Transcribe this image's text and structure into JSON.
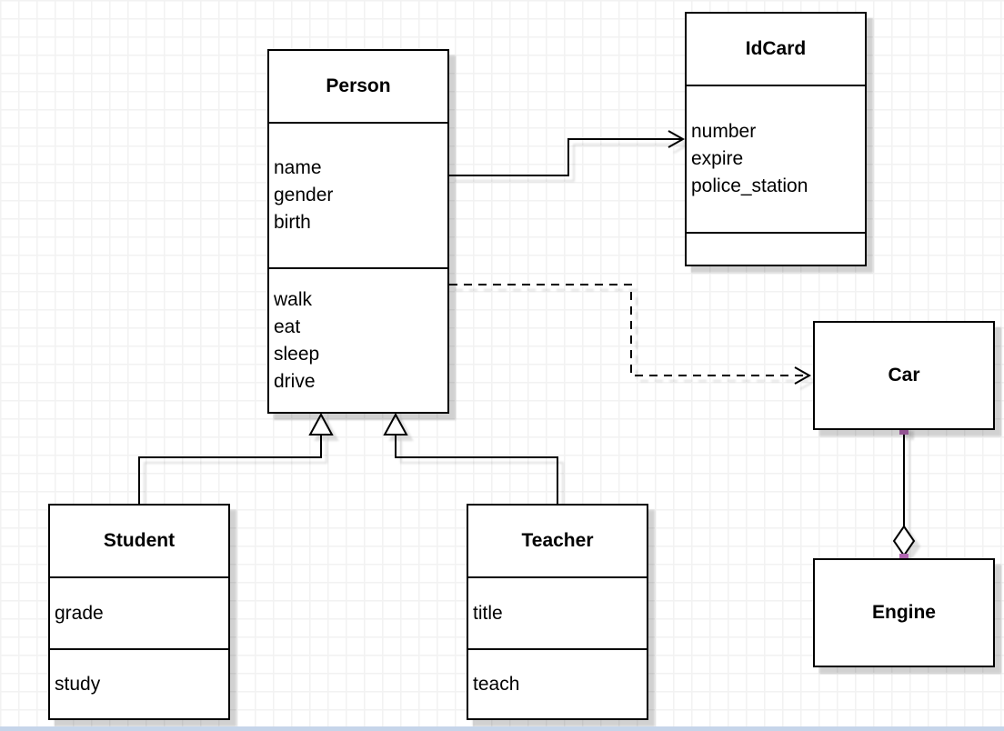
{
  "palette": {
    "shape_fill": "#ffffff",
    "stroke": "#000000",
    "grid_color": "#f2f2f2",
    "shadow": "rgba(0,0,0,0.18)",
    "connection_point_color": "#b266b2",
    "bottom_strip_color": "#c6d5ea"
  },
  "classes": {
    "person": {
      "title": "Person",
      "attributes": [
        "name",
        "gender",
        "birth"
      ],
      "methods": [
        "walk",
        "eat",
        "sleep",
        "drive"
      ]
    },
    "idcard": {
      "title": "IdCard",
      "attributes": [
        "number",
        "expire",
        "police_station"
      ],
      "methods": []
    },
    "car": {
      "title": "Car"
    },
    "engine": {
      "title": "Engine"
    },
    "student": {
      "title": "Student",
      "attributes": [
        "grade"
      ],
      "methods": [
        "study"
      ]
    },
    "teacher": {
      "title": "Teacher",
      "attributes": [
        "title"
      ],
      "methods": [
        "teach"
      ]
    }
  },
  "relationships": [
    {
      "from": "Person",
      "to": "IdCard",
      "type": "directed-association",
      "line": "solid",
      "arrow": "open"
    },
    {
      "from": "Person",
      "to": "Car",
      "type": "dependency",
      "line": "dashed",
      "arrow": "open"
    },
    {
      "from": "Student",
      "to": "Person",
      "type": "generalization",
      "line": "solid",
      "arrow": "hollow-triangle"
    },
    {
      "from": "Teacher",
      "to": "Person",
      "type": "generalization",
      "line": "solid",
      "arrow": "hollow-triangle"
    },
    {
      "from": "Car",
      "to": "Engine",
      "type": "aggregation",
      "line": "solid",
      "arrow": "hollow-diamond"
    }
  ]
}
